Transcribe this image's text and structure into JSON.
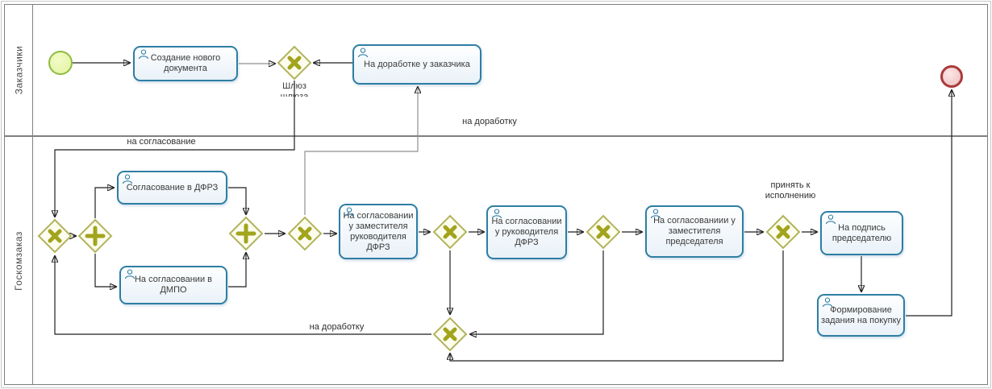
{
  "pool": {
    "lanes": [
      {
        "label": "Заказчики"
      },
      {
        "label": "Госкомзаказ"
      }
    ]
  },
  "tasks": {
    "create_doc": {
      "label": "Создание нового документа"
    },
    "rework_customer": {
      "label": "На доработке у заказчика"
    },
    "approve_dfrz": {
      "label": "Согласование в ДФРЗ"
    },
    "approve_dmpo": {
      "label": "На согласовании в ДМПО"
    },
    "approve_deputy_head_dfrz": {
      "label": "На согласовании у заместителя руководителя ДФРЗ"
    },
    "approve_head_dfrz": {
      "label": "На согласовании у руководителя ДФРЗ"
    },
    "approve_deputy_chairman": {
      "label": "На согласованиии у заместителя председателя"
    },
    "sign_chairman": {
      "label": "На подпись председателю"
    },
    "form_purchase_task": {
      "label": "Формирование задания на покупку"
    }
  },
  "gateways": {
    "shluz_label_line1": "Шлюз",
    "shluz_label_line2": "шлюза"
  },
  "edge_labels": {
    "to_approval": "на согласование",
    "to_rework_top": "на доработку",
    "to_rework_bottom": "на доработку",
    "accept_execution": "принять к исполнению"
  },
  "colors": {
    "task_border": "#2e7ea3",
    "task_fill_top": "#feffff",
    "task_fill_bottom": "#e9f1f8",
    "gateway_border": "#b2b35c",
    "gateway_fill": "#fcfcef",
    "gateway_symbol": "#a2a41c",
    "start_event_border": "#8fba43",
    "start_event_fill": "#e2f39e",
    "end_event_border": "#a93a3a",
    "end_event_fill": "#f0bcbc",
    "flow_line": "#1f1f1f",
    "flow_line_grey": "#8f8f8f",
    "lane_border": "#7f7f7f"
  }
}
